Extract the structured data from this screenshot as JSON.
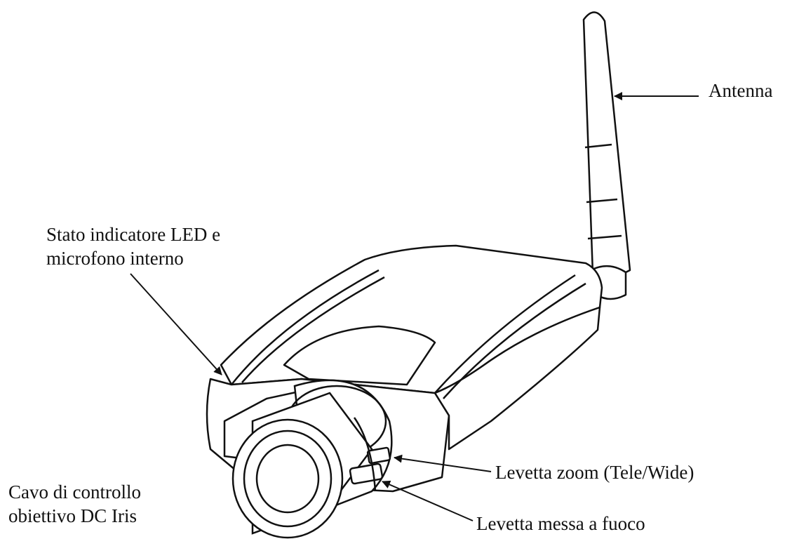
{
  "labels": {
    "antenna": "Antenna",
    "led_line1": "Stato indicatore LED e",
    "led_line2": "microfono interno",
    "zoom": "Levetta zoom (Tele/Wide)",
    "iris_line1": "Cavo di controllo",
    "iris_line2": "obiettivo DC Iris",
    "focus": "Levetta messa a fuoco"
  },
  "colors": {
    "ink": "#111111",
    "background": "#ffffff"
  }
}
